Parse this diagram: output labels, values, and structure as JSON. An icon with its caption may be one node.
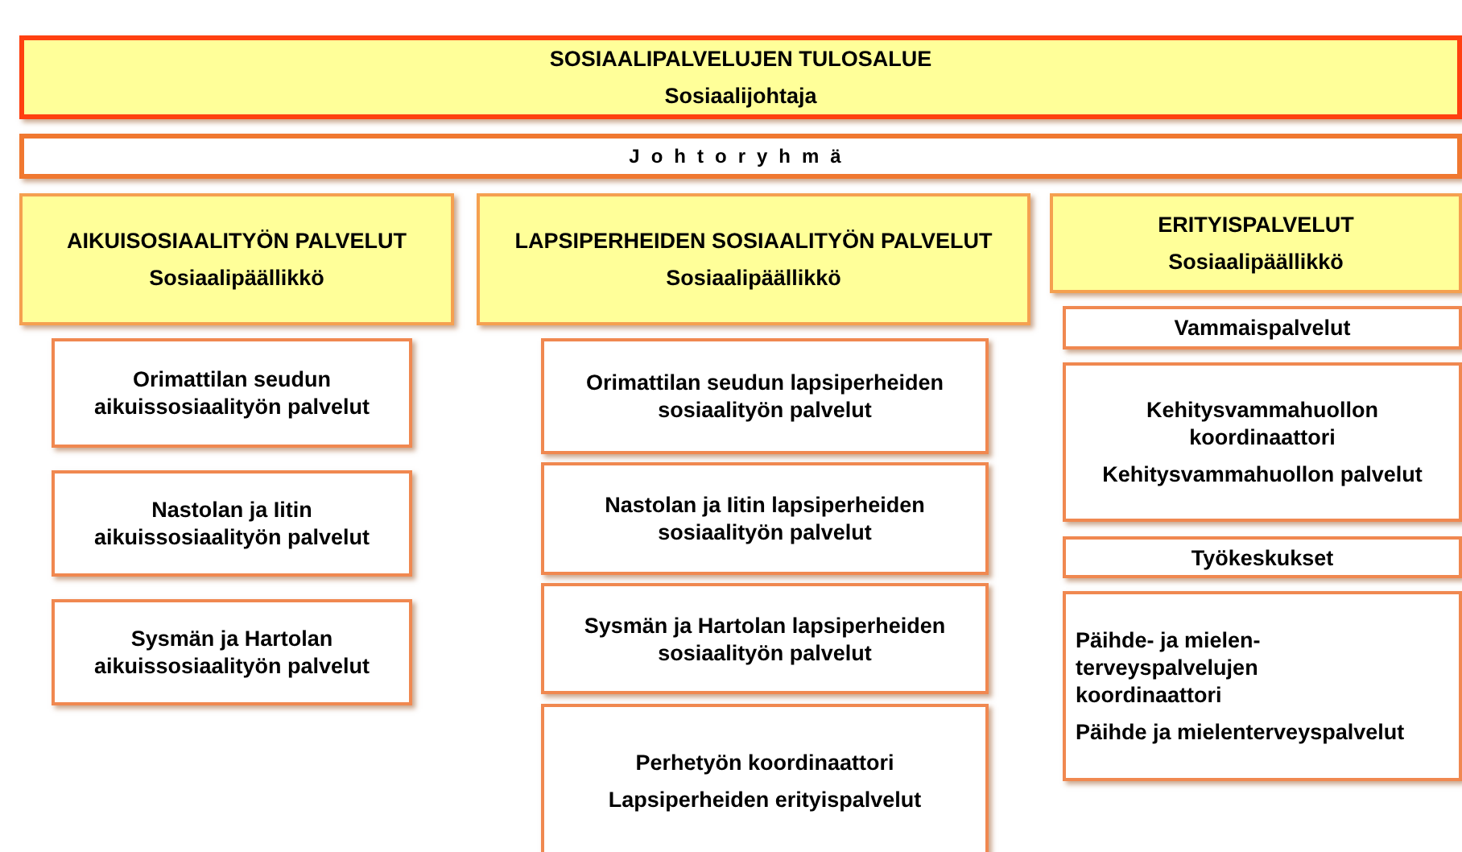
{
  "diagram": {
    "nodes": [
      {
        "text": [
          "SOSIAALIPALVELUJEN TULOSALUE",
          "Sosiaalijohtaja"
        ]
      },
      {
        "text": [
          "Johtoryhmä"
        ]
      },
      {
        "text": [
          "AIKUISOSIAALITYÖN PALVELUT",
          "Sosiaalipäällikkö"
        ]
      },
      {
        "text": [
          "LAPSIPERHEIDEN SOSIAALITYÖN PALVELUT",
          "Sosiaalipäällikkö"
        ]
      },
      {
        "text": [
          "ERITYISPALVELUT",
          "Sosiaalipäällikkö"
        ]
      },
      {
        "text": [
          "Orimattilan seudun aikuissosiaalityön palvelut"
        ]
      },
      {
        "text": [
          "Nastolan ja Iitin aikuissosiaalityön palvelut"
        ]
      },
      {
        "text": [
          "Sysmän ja Hartolan aikuissosiaalityön palvelut"
        ]
      },
      {
        "text": [
          "Orimattilan seudun lapsiperheiden sosiaalityön palvelut"
        ]
      },
      {
        "text": [
          "Nastolan ja Iitin lapsiperheiden sosiaalityön palvelut"
        ]
      },
      {
        "text": [
          "Sysmän ja Hartolan lapsiperheiden sosiaalityön palvelut"
        ]
      },
      {
        "text": [
          "Perhetyön koordinaattori",
          "Lapsiperheiden erityispalvelut"
        ]
      },
      {
        "text": [
          "Vammaispalvelut"
        ]
      },
      {
        "text": [
          "Kehitysvammahuollon koordinaattori",
          "Kehitysvammahuollon palvelut"
        ]
      },
      {
        "text": [
          "Työkeskukset"
        ]
      },
      {
        "text": [
          "Päihde- ja mielen- terveyspalvelujen koordinaattori",
          "Päihde ja mielenterveyspalvelut"
        ]
      }
    ]
  }
}
